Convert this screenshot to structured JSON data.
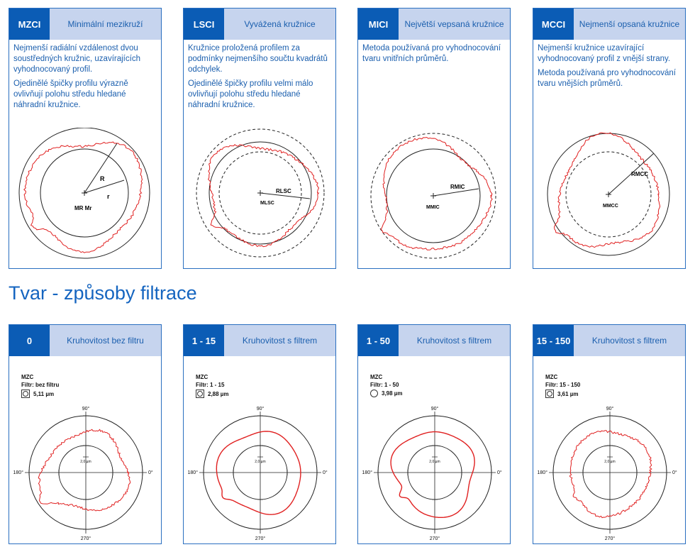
{
  "methods": [
    {
      "code": "MZCI",
      "title": "Minimální mezikruží",
      "p1": "Nejmenší radiální vzdálenost dvou soustředných kružnic, uzavírajících vyhodnocovaný profil.",
      "p2": "Ojedinělé špičky profilu výrazně ovlivňují polohu středu hledané náhradní kružnice.",
      "labels": {
        "big": "R",
        "small": "r",
        "center": "MR Mr"
      }
    },
    {
      "code": "LSCI",
      "title": "Vyvážená kružnice",
      "p1": "Kružnice proložená profilem za podmínky nejmenšího součtu kvadrátů odchylek.",
      "p2": "Ojedinělé špičky profilu velmi málo ovlivňují polohu středu hledané náhradní kružnice.",
      "labels": {
        "radius": "RLSC",
        "center": "MLSC"
      }
    },
    {
      "code": "MICI",
      "title": "Největší vepsaná kružnice",
      "p1": "Metoda používaná pro vyhodnocování tvaru vnitřních průměrů.",
      "p2": "",
      "labels": {
        "radius": "RMIC",
        "center": "MMIC"
      }
    },
    {
      "code": "MCCI",
      "title": "Nejmenší opsaná kružnice",
      "p1": "Nejmenší kružnice uzavírající vyhodnocovaný profil z vnější strany.",
      "p2": "Metoda používaná pro vyhodnocování tvaru vnějších průměrů.",
      "labels": {
        "radius": "RMCC",
        "center": "MMCC"
      }
    }
  ],
  "section_title": "Tvar -  způsoby filtrace",
  "filters": [
    {
      "code": "0",
      "title": "Kruhovitost bez filtru",
      "method": "MZC",
      "filter": "Filtr: bez filtru",
      "value": "5,11 µm",
      "symbol": "box"
    },
    {
      "code": "1 - 15",
      "title": "Kruhovitost s filtrem",
      "method": "MZC",
      "filter": "Filtr: 1 - 15",
      "value": "2,88 µm",
      "symbol": "box"
    },
    {
      "code": "1 - 50",
      "title": "Kruhovitost s filtrem",
      "method": "MZC",
      "filter": "Filtr: 1 - 50",
      "value": "3,98 µm",
      "symbol": "circle"
    },
    {
      "code": "15 - 150",
      "title": "Kruhovitost s filtrem",
      "method": "MZC",
      "filter": "Filtr: 15 - 150",
      "value": "3,61 µm",
      "symbol": "box"
    }
  ],
  "polar": {
    "top": "90°",
    "bottom": "270°",
    "left": "180°",
    "right": "0°",
    "scale": "2,0 µm"
  },
  "colors": {
    "header_code": "#0b5cb5",
    "header_title": "#c6d4ee",
    "text": "#1b5fae",
    "profile": "#e02020",
    "border": "#2a6fc0"
  }
}
